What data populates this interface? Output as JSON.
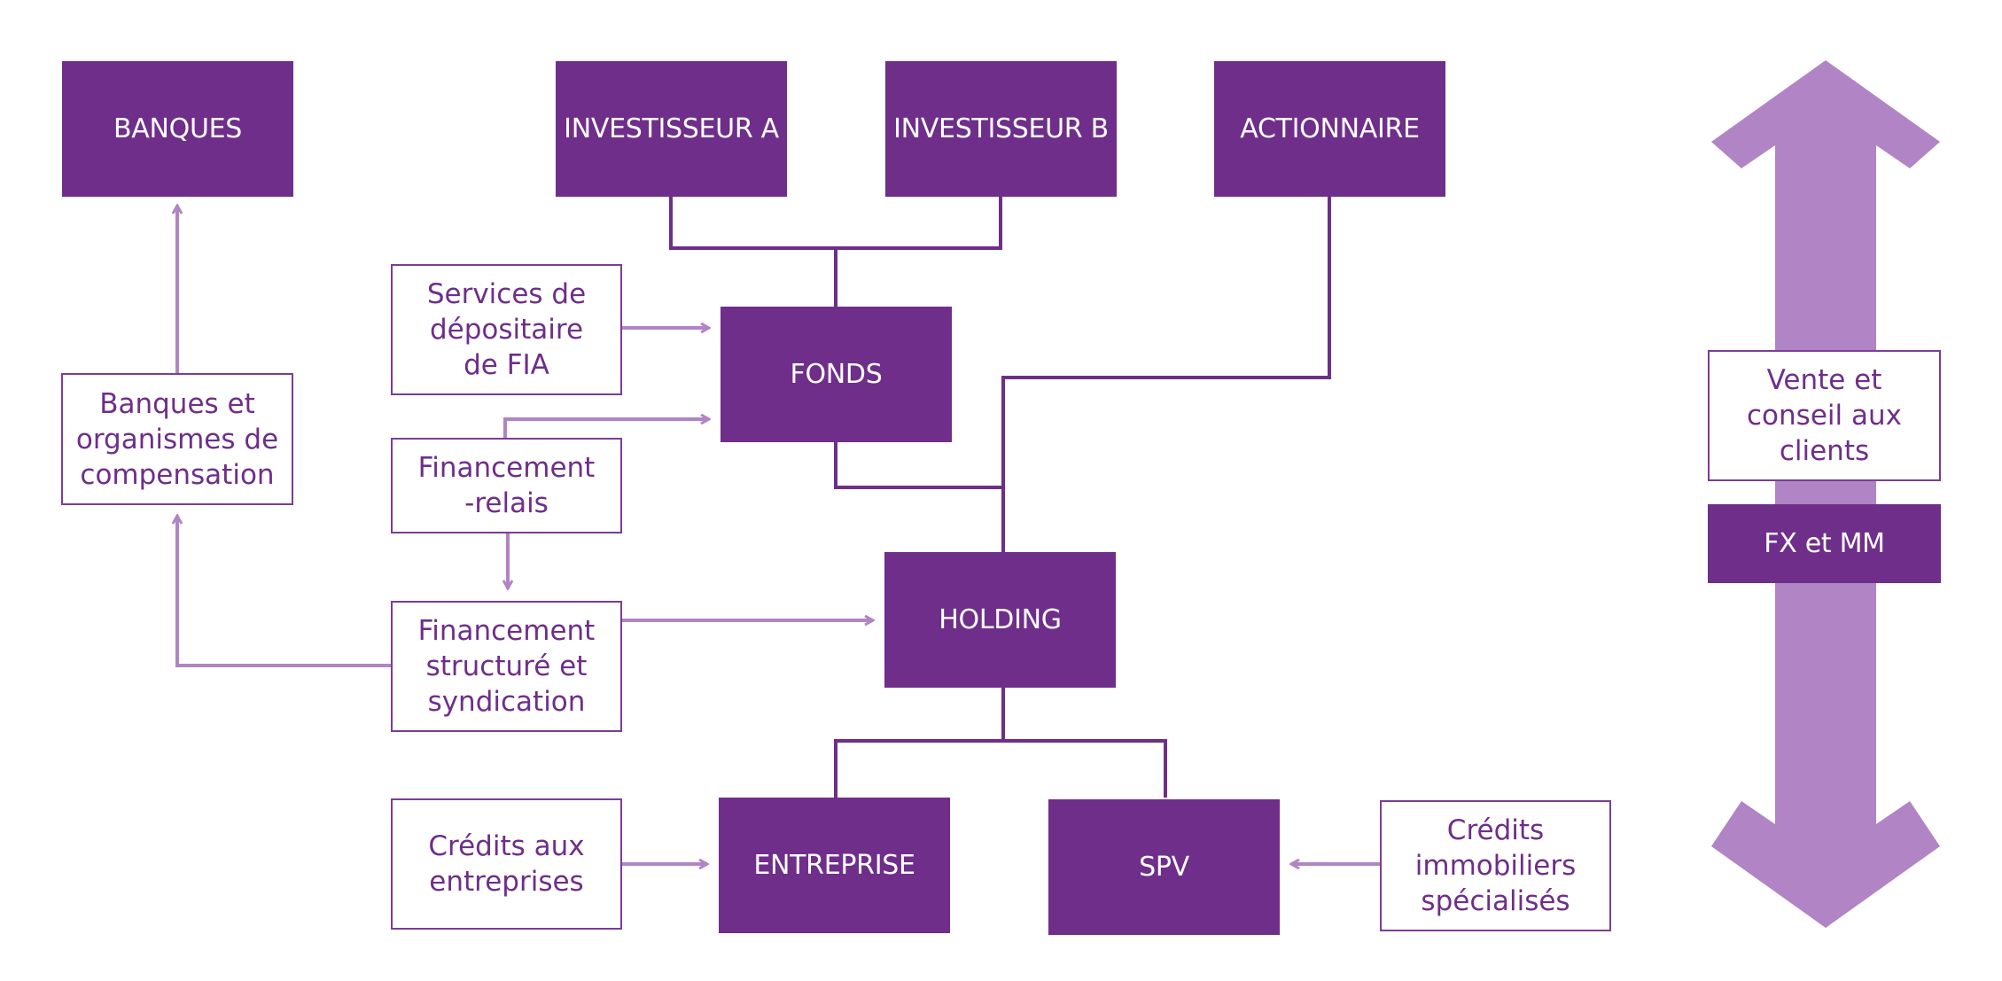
{
  "colors": {
    "dark_purple": "#6e2e8a",
    "light_purple": "#b084c5",
    "background": "#ffffff"
  },
  "nodes": {
    "banques": "BANQUES",
    "investisseur_a": "INVESTISSEUR A",
    "investisseur_b": "INVESTISSEUR B",
    "actionnaire": "ACTIONNAIRE",
    "fonds": "FONDS",
    "holding": "HOLDING",
    "entreprise": "ENTREPRISE",
    "spv": "SPV"
  },
  "services": {
    "depositaire": "Services de\ndépositaire\nde FIA",
    "financement_relais": "Financement\n-relais",
    "financement_structure": "Financement\nstructuré et\nsyndication",
    "banques_organismes": "Banques et\norganismes de\ncompensation",
    "credits_entreprises": "Crédits aux\nentreprises",
    "credits_immobiliers": "Crédits\nimmobiliers\nspécialisés"
  },
  "side_panel": {
    "vente_conseil": "Vente et\nconseil aux\nclients",
    "fx_mm": "FX et MM"
  }
}
